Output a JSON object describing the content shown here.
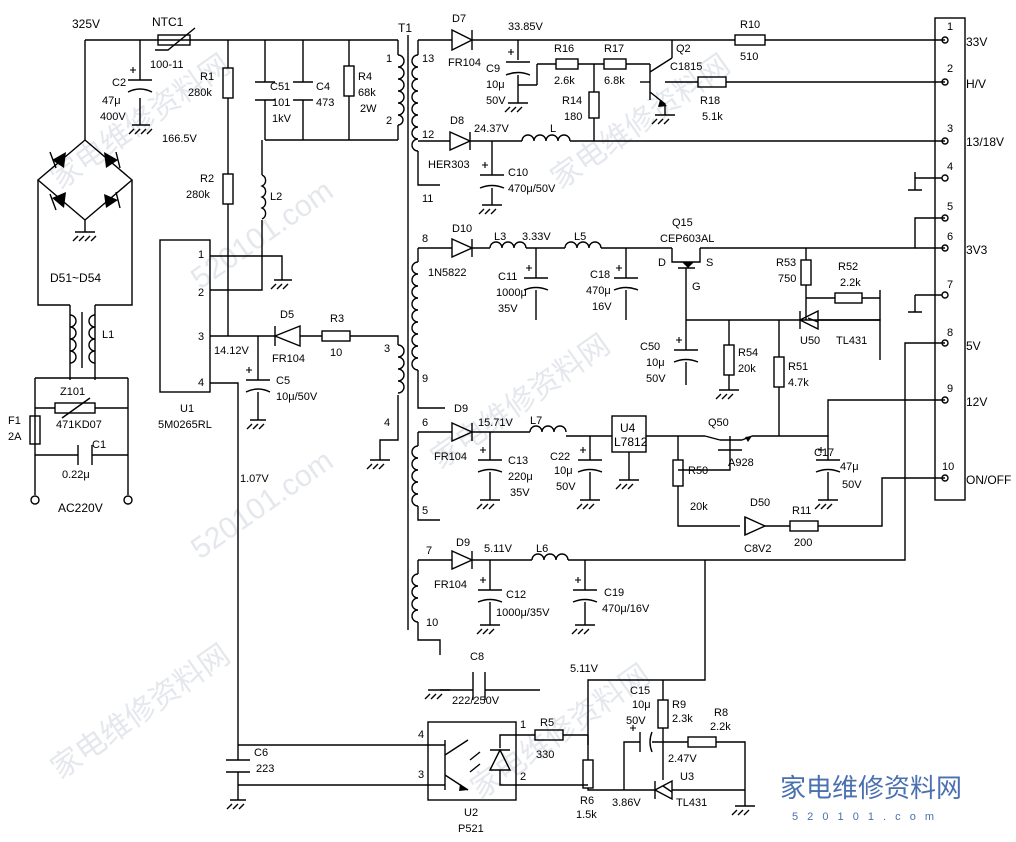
{
  "watermark": {
    "cn": "家电维修资料网",
    "url": "520101.com",
    "url_small": "5 2 0 1 0 1 . c o m",
    "bg_text": "家电维修资料网"
  },
  "colors": {
    "ink": "#000000",
    "watermark": "#4a70b0"
  },
  "labels": {
    "v325": "325V",
    "ntc1": "NTC1",
    "ntc1_v": "100-11",
    "c2": "C2",
    "c2_v1": "47μ",
    "c2_v2": "400V",
    "v1665": "166.5V",
    "r1": "R1",
    "r1_v": "280k",
    "c51": "C51",
    "c51_v1": "101",
    "c51_v2": "1kV",
    "c4": "C4",
    "c4_v": "473",
    "r4": "R4",
    "r4_v1": "68k",
    "r4_v2": "2W",
    "r2": "R2",
    "r2_v": "280k",
    "l2": "L2",
    "d51": "D51~D54",
    "l1": "L1",
    "z101": "Z101",
    "z101_v": "471KD07",
    "f1": "F1",
    "f1_v": "2A",
    "c1": "C1",
    "c1_v": "0.22μ",
    "ac": "AC220V",
    "u1": "U1",
    "u1_v": "5M0265RL",
    "p1": "1",
    "p2": "2",
    "p3": "3",
    "p4": "4",
    "v1412": "14.12V",
    "v107": "1.07V",
    "d5": "D5",
    "d5_v": "FR104",
    "r3": "R3",
    "r3_v": "10",
    "c5": "C5",
    "c5_v": "10μ/50V",
    "t1": "T1",
    "t13": "13",
    "t12": "12",
    "t11": "11",
    "t1n": "1",
    "t2n": "2",
    "t8": "8",
    "t9": "9",
    "t6": "6",
    "t5": "5",
    "t7": "7",
    "t10": "10",
    "t3": "3",
    "t4": "4",
    "d7": "D7",
    "d7_v": "FR104",
    "v3385": "33.85V",
    "r10": "R10",
    "r10_v": "510",
    "c9": "C9",
    "c9_v1": "10μ",
    "c9_v2": "50V",
    "r16": "R16",
    "r16_v": "2.6k",
    "r17": "R17",
    "r17_v": "6.8k",
    "q2": "Q2",
    "q2_v": "C1815",
    "r14": "R14",
    "r14_v": "180",
    "r18": "R18",
    "r18_v": "5.1k",
    "d8": "D8",
    "d8_v": "HER303",
    "v2437": "24.37V",
    "l": "L",
    "c10": "C10",
    "c10_v": "470μ/50V",
    "d10": "D10",
    "d10_v": "1N5822",
    "l3": "L3",
    "v333": "3.33V",
    "l5": "L5",
    "c11": "C11",
    "c11_v1": "1000μ",
    "c11_v2": "35V",
    "c18": "C18",
    "c18_v1": "470μ",
    "c18_v2": "16V",
    "q15": "Q15",
    "q15_v": "CEP603AL",
    "pin_d": "D",
    "pin_s": "S",
    "pin_g": "G",
    "r53": "R53",
    "r53_v": "750",
    "r52": "R52",
    "r52_v": "2.2k",
    "u50": "U50",
    "u50_v": "TL431",
    "c50": "C50",
    "c50_v1": "10μ",
    "c50_v2": "50V",
    "r54": "R54",
    "r54_v": "20k",
    "r51": "R51",
    "r51_v": "4.7k",
    "d9a": "D9",
    "d9a_v": "FR104",
    "v1571": "15.71V",
    "l7": "L7",
    "c13": "C13",
    "c13_v1": "220μ",
    "c13_v2": "35V",
    "c22": "C22",
    "c22_v1": "10μ",
    "c22_v2": "50V",
    "u4": "U4",
    "u4_v": "L7812",
    "q50": "Q50",
    "q50_v": "A928",
    "r50": "R50",
    "r50_v": "20k",
    "c17": "C17",
    "c17_v1": "47μ",
    "c17_v2": "50V",
    "d50": "D50",
    "d50_v": "C8V2",
    "r11": "R11",
    "r11_v": "200",
    "d9b": "D9",
    "d9b_v": "FR104",
    "v511": "5.11V",
    "l6": "L6",
    "c12": "C12",
    "c12_v": "1000μ/35V",
    "c19": "C19",
    "c19_v": "470μ/16V",
    "c8": "C8",
    "c8_v": "222/250V",
    "v511b": "5.11V",
    "c15": "C15",
    "c15_v1": "10μ",
    "c15_v2": "50V",
    "r9": "R9",
    "r9_v": "2.3k",
    "r8": "R8",
    "r8_v": "2.2k",
    "r5": "R5",
    "r5_v": "330",
    "v247": "2.47V",
    "u3": "U3",
    "u3_v": "TL431",
    "r6": "R6",
    "r6_v": "1.5k",
    "v386": "3.86V",
    "c6": "C6",
    "c6_v": "223",
    "u2": "U2",
    "u2_v": "P521",
    "opt4": "4",
    "opt3": "3",
    "opt1": "1",
    "opt2": "2",
    "con1": "1",
    "con2": "2",
    "con3": "3",
    "con4": "4",
    "con5": "5",
    "con6": "6",
    "con7": "7",
    "con8": "8",
    "con9": "9",
    "con10": "10",
    "out_33v": "33V",
    "out_hv": "H/V",
    "out_1318": "13/18V",
    "out_3v3": "3V3",
    "out_5v": "5V",
    "out_12v": "12V",
    "out_onoff": "ON/OFF"
  }
}
